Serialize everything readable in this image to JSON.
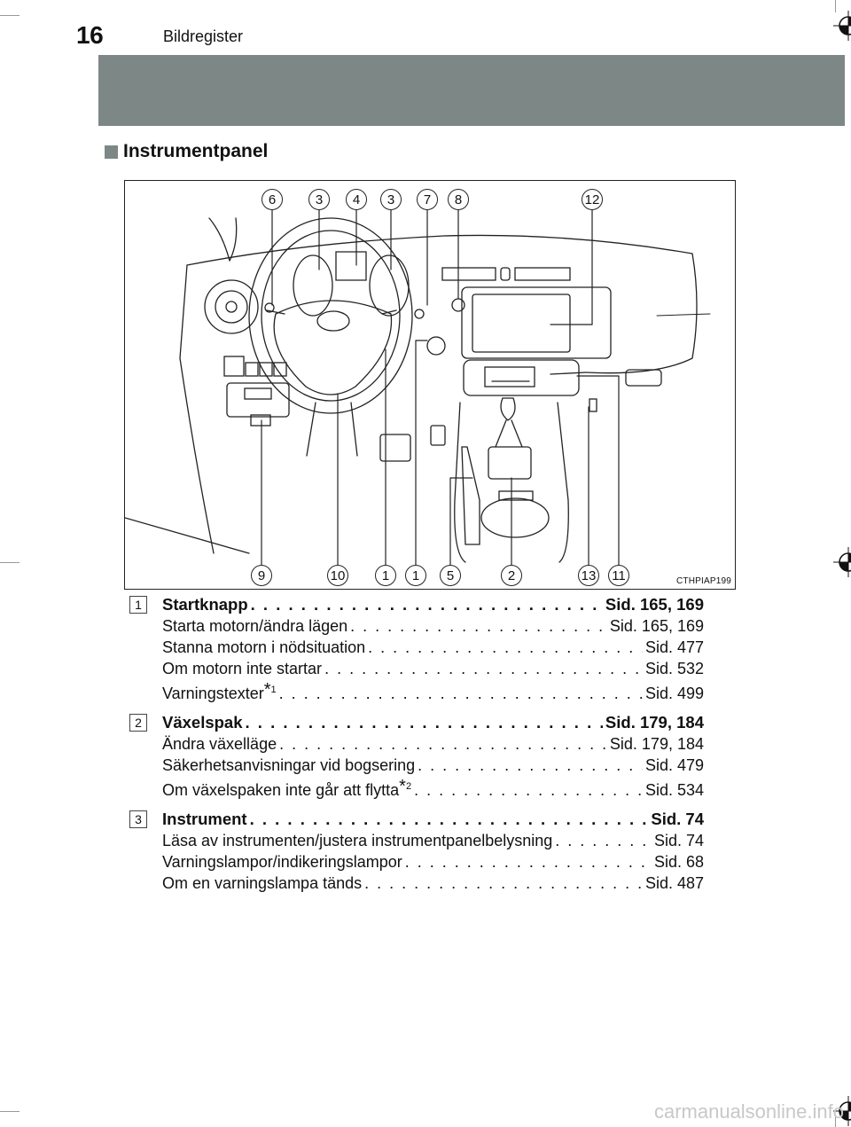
{
  "header": {
    "page_number": "16",
    "running_title": "Bildregister"
  },
  "section_heading": "Instrumentpanel",
  "figure": {
    "code": "CTHPIAP199",
    "top_callouts": [
      "6",
      "3",
      "4",
      "3",
      "7",
      "8",
      "12"
    ],
    "bottom_callouts": [
      "9",
      "10",
      "1",
      "1",
      "5",
      "2",
      "13",
      "11"
    ]
  },
  "entries": [
    {
      "number": "1",
      "title": "Startknapp",
      "title_page": "Sid. 165, 169",
      "items": [
        {
          "label": "Starta motorn/ändra lägen",
          "note": "",
          "page": "Sid. 165, 169"
        },
        {
          "label": "Stanna motorn i nödsituation",
          "note": "",
          "page": "Sid. 477"
        },
        {
          "label": "Om motorn inte startar",
          "note": "",
          "page": "Sid. 532"
        },
        {
          "label": "Varningstexter",
          "note": "1",
          "page": "Sid. 499"
        }
      ]
    },
    {
      "number": "2",
      "title": "Växelspak",
      "title_page": "Sid. 179, 184",
      "items": [
        {
          "label": "Ändra växelläge",
          "note": "",
          "page": "Sid. 179, 184"
        },
        {
          "label": "Säkerhetsanvisningar vid bogsering",
          "note": "",
          "page": "Sid. 479"
        },
        {
          "label": "Om växelspaken inte går att flytta",
          "note": "2",
          "page": "Sid. 534"
        }
      ]
    },
    {
      "number": "3",
      "title": "Instrument",
      "title_page": "Sid. 74",
      "items": [
        {
          "label": "Läsa av instrumenten/justera instrumentpanelbelysning",
          "note": "",
          "page": "Sid. 74"
        },
        {
          "label": "Varningslampor/indikeringslampor",
          "note": "",
          "page": "Sid. 68"
        },
        {
          "label": "Om en varningslampa tänds",
          "note": "",
          "page": "Sid. 487"
        }
      ]
    }
  ],
  "watermark": "carmanualsonline.info"
}
